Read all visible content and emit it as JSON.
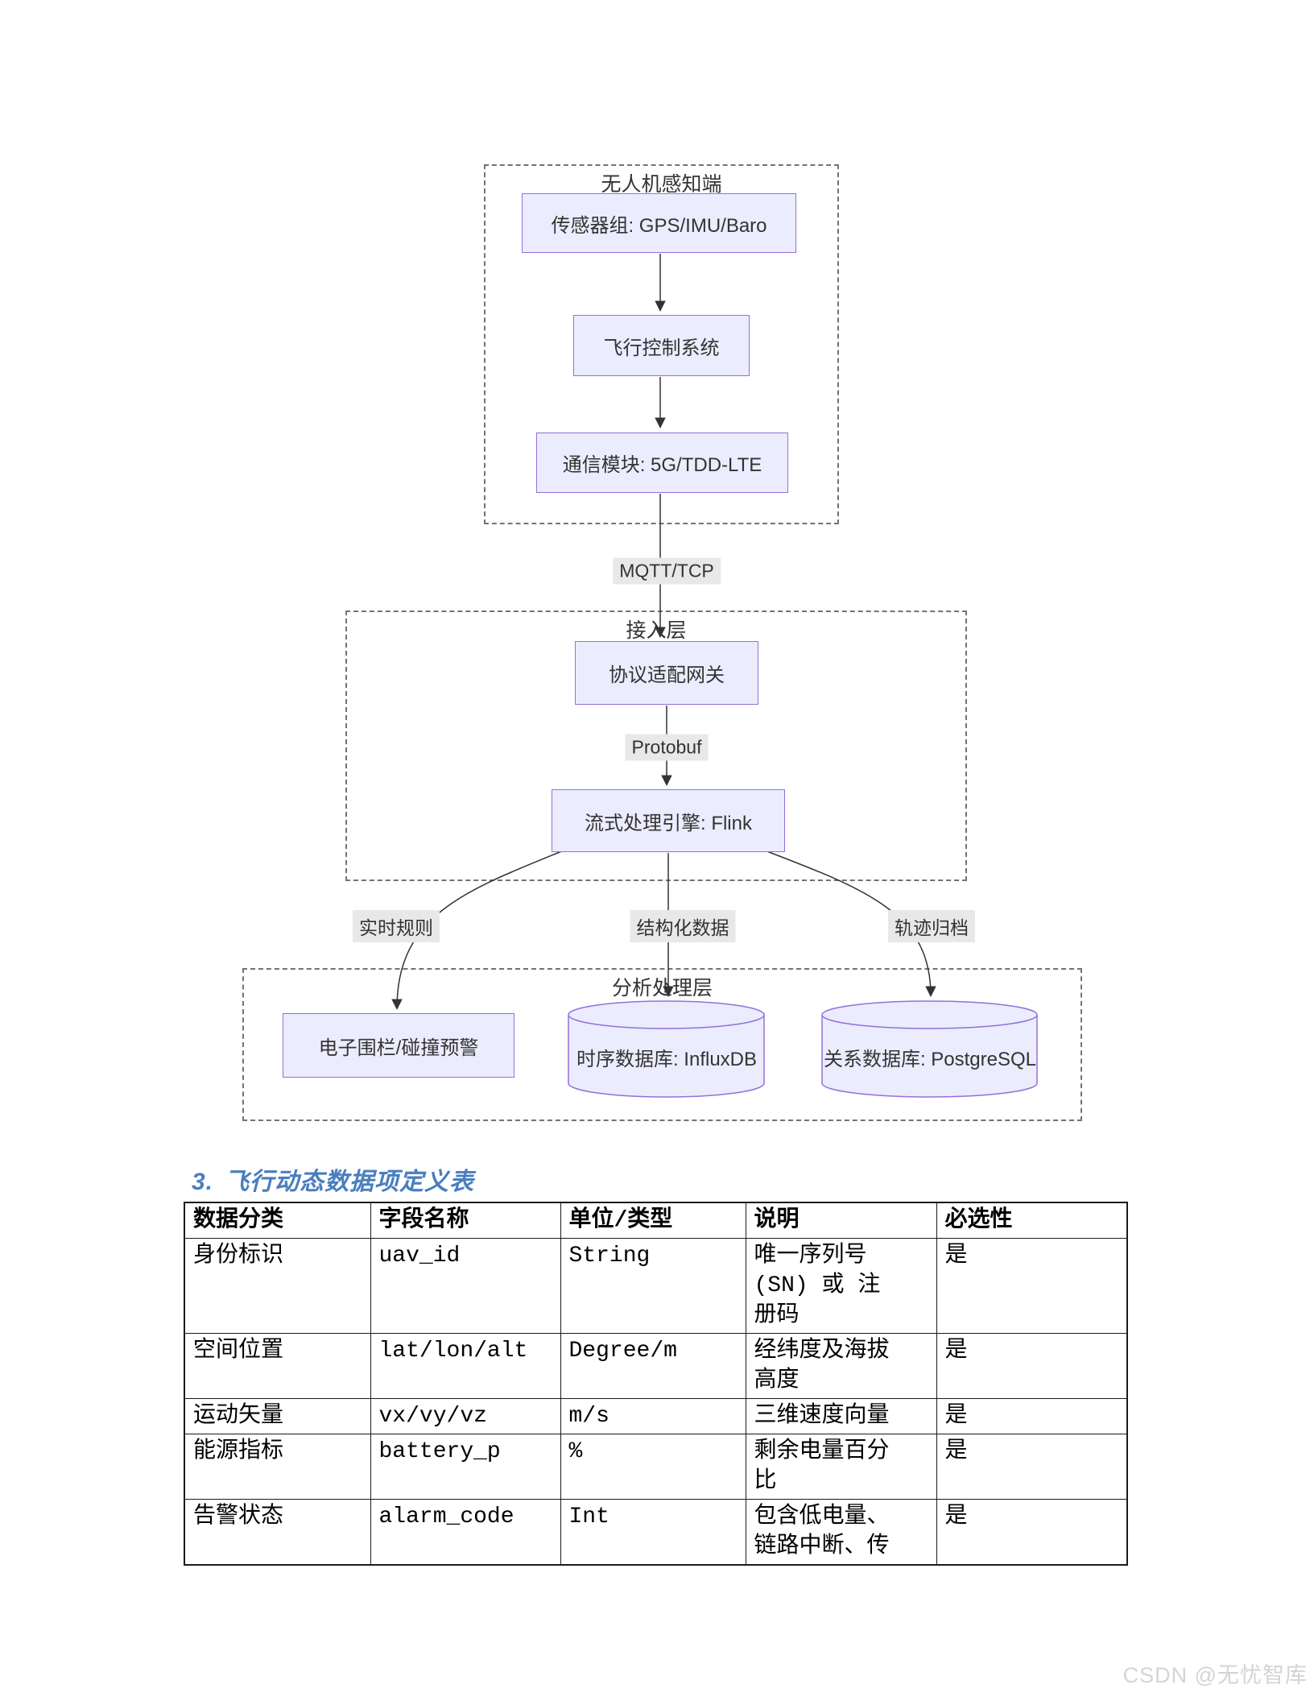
{
  "diagram": {
    "containers": [
      {
        "label": "无人机感知端"
      },
      {
        "label": "接入层"
      },
      {
        "label": "分析处理层"
      }
    ],
    "nodes": [
      {
        "id": "sensor-group",
        "shape": "rect",
        "label": "传感器组: GPS/IMU/Baro"
      },
      {
        "id": "flight-control",
        "shape": "rect",
        "label": "飞行控制系统"
      },
      {
        "id": "comm-module",
        "shape": "rect",
        "label": "通信模块: 5G/TDD-LTE"
      },
      {
        "id": "gateway",
        "shape": "rect",
        "label": "协议适配网关"
      },
      {
        "id": "flink",
        "shape": "rect",
        "label": "流式处理引擎: Flink"
      },
      {
        "id": "geofence",
        "shape": "rect",
        "label": "电子围栏/碰撞预警"
      },
      {
        "id": "influxdb",
        "shape": "cylinder",
        "label": "时序数据库: InfluxDB"
      },
      {
        "id": "postgresql",
        "shape": "cylinder",
        "label": "关系数据库: PostgreSQL"
      }
    ],
    "edge_labels": [
      "MQTT/TCP",
      "Protobuf",
      "实时规则",
      "结构化数据",
      "轨迹归档"
    ],
    "colors": {
      "node_fill": "#ECECFF",
      "node_border": "#9370DB",
      "edge_stroke": "#333333",
      "edge_label_bg": "#e8e8e8",
      "cluster_border": "#737373"
    }
  },
  "section": {
    "heading_number": "3.",
    "heading_title": "飞行动态数据项定义表",
    "heading_color": "#4A7EBE"
  },
  "table": {
    "headers": [
      "数据分类",
      "字段名称",
      "单位/类型",
      "说明",
      "必选性"
    ],
    "rows": [
      [
        "身份标识",
        "uav_id",
        "String",
        "唯一序列号 (SN) 或 注册码",
        "是"
      ],
      [
        "空间位置",
        "lat/lon/alt",
        "Degree/m",
        "经纬度及海拔高度",
        "是"
      ],
      [
        "运动矢量",
        "vx/vy/vz",
        "m/s",
        "三维速度向量",
        "是"
      ],
      [
        "能源指标",
        "battery_p",
        "%",
        "剩余电量百分比",
        "是"
      ],
      [
        "告警状态",
        "alarm_code",
        "Int",
        "包含低电量、链路中断、传",
        "是"
      ]
    ]
  },
  "page": {
    "watermark": "CSDN @无忧智库"
  }
}
